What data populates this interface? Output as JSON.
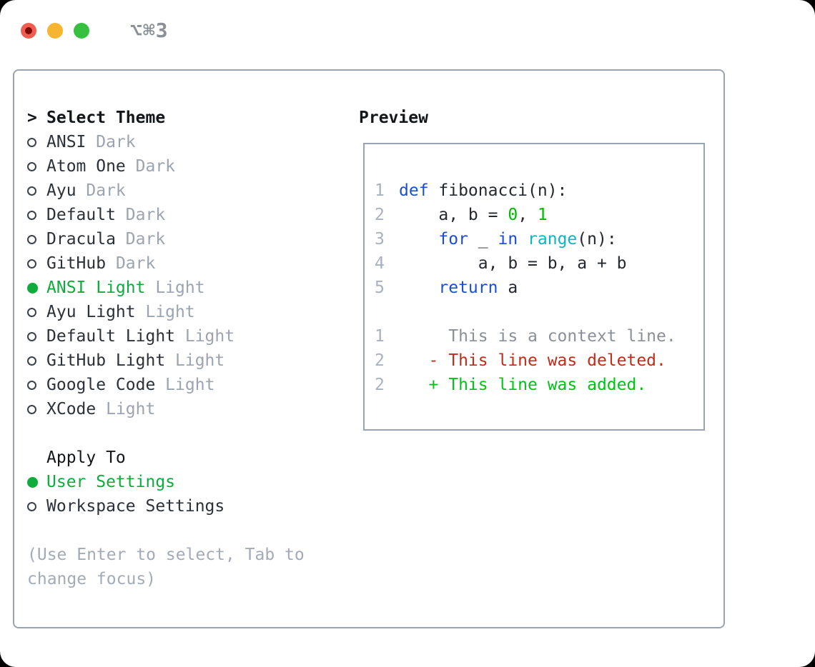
{
  "titlebar": {
    "shortcut": "⌥⌘3"
  },
  "theme_panel": {
    "prompt": ">",
    "heading": "Select Theme",
    "items": [
      {
        "label": "ANSI",
        "variant": "Dark",
        "selected": false
      },
      {
        "label": "Atom One",
        "variant": "Dark",
        "selected": false
      },
      {
        "label": "Ayu",
        "variant": "Dark",
        "selected": false
      },
      {
        "label": "Default",
        "variant": "Dark",
        "selected": false
      },
      {
        "label": "Dracula",
        "variant": "Dark",
        "selected": false
      },
      {
        "label": "GitHub",
        "variant": "Dark",
        "selected": false
      },
      {
        "label": "ANSI Light",
        "variant": "Light",
        "selected": true
      },
      {
        "label": "Ayu Light",
        "variant": "Light",
        "selected": false
      },
      {
        "label": "Default Light",
        "variant": "Light",
        "selected": false
      },
      {
        "label": "GitHub Light",
        "variant": "Light",
        "selected": false
      },
      {
        "label": "Google Code",
        "variant": "Light",
        "selected": false
      },
      {
        "label": "XCode",
        "variant": "Light",
        "selected": false
      }
    ],
    "apply_heading": "Apply To",
    "apply_options": [
      {
        "label": "User Settings",
        "selected": true
      },
      {
        "label": "Workspace Settings",
        "selected": false
      }
    ],
    "help_lines": [
      "(Use Enter to select, Tab to",
      "change focus)"
    ]
  },
  "preview": {
    "heading": "Preview",
    "lines": [
      {
        "num": "1",
        "tokens": [
          {
            "text": "def",
            "type": "kw"
          },
          {
            "text": " fibonacci(n):",
            "type": "pl"
          }
        ]
      },
      {
        "num": "2",
        "tokens": [
          {
            "text": "    a, b = ",
            "type": "pl"
          },
          {
            "text": "0",
            "type": "num"
          },
          {
            "text": ", ",
            "type": "pl"
          },
          {
            "text": "1",
            "type": "num"
          }
        ]
      },
      {
        "num": "3",
        "tokens": [
          {
            "text": "    ",
            "type": "pl"
          },
          {
            "text": "for",
            "type": "kw"
          },
          {
            "text": " _ ",
            "type": "pl"
          },
          {
            "text": "in",
            "type": "kw"
          },
          {
            "text": " ",
            "type": "pl"
          },
          {
            "text": "range",
            "type": "fn"
          },
          {
            "text": "(n):",
            "type": "pl"
          }
        ]
      },
      {
        "num": "4",
        "tokens": [
          {
            "text": "        a, b = b, a + b",
            "type": "pl"
          }
        ]
      },
      {
        "num": "5",
        "tokens": [
          {
            "text": "    ",
            "type": "pl"
          },
          {
            "text": "return",
            "type": "kw"
          },
          {
            "text": " a",
            "type": "pl"
          }
        ]
      },
      {
        "num": "",
        "tokens": []
      },
      {
        "num": "1",
        "tokens": [
          {
            "text": "     This is a context line.",
            "type": "ctx"
          }
        ]
      },
      {
        "num": "2",
        "tokens": [
          {
            "text": "   - This line was deleted.",
            "type": "del"
          }
        ]
      },
      {
        "num": "2",
        "tokens": [
          {
            "text": "   + This line was added.",
            "type": "add"
          }
        ]
      }
    ]
  },
  "colors": {
    "selection_green": "#0fab3d",
    "keyword_blue": "#1b4ed8",
    "function_cyan": "#0ab5c9",
    "number_green": "#00bc00",
    "diff_deleted_red": "#c42a18",
    "diff_added_green": "#00c316",
    "muted_gray": "#9ba4b0",
    "border_gray": "#9aa3b1",
    "traffic_red": "#f25d51",
    "traffic_yellow": "#f5b52e",
    "traffic_green": "#35c03f"
  }
}
